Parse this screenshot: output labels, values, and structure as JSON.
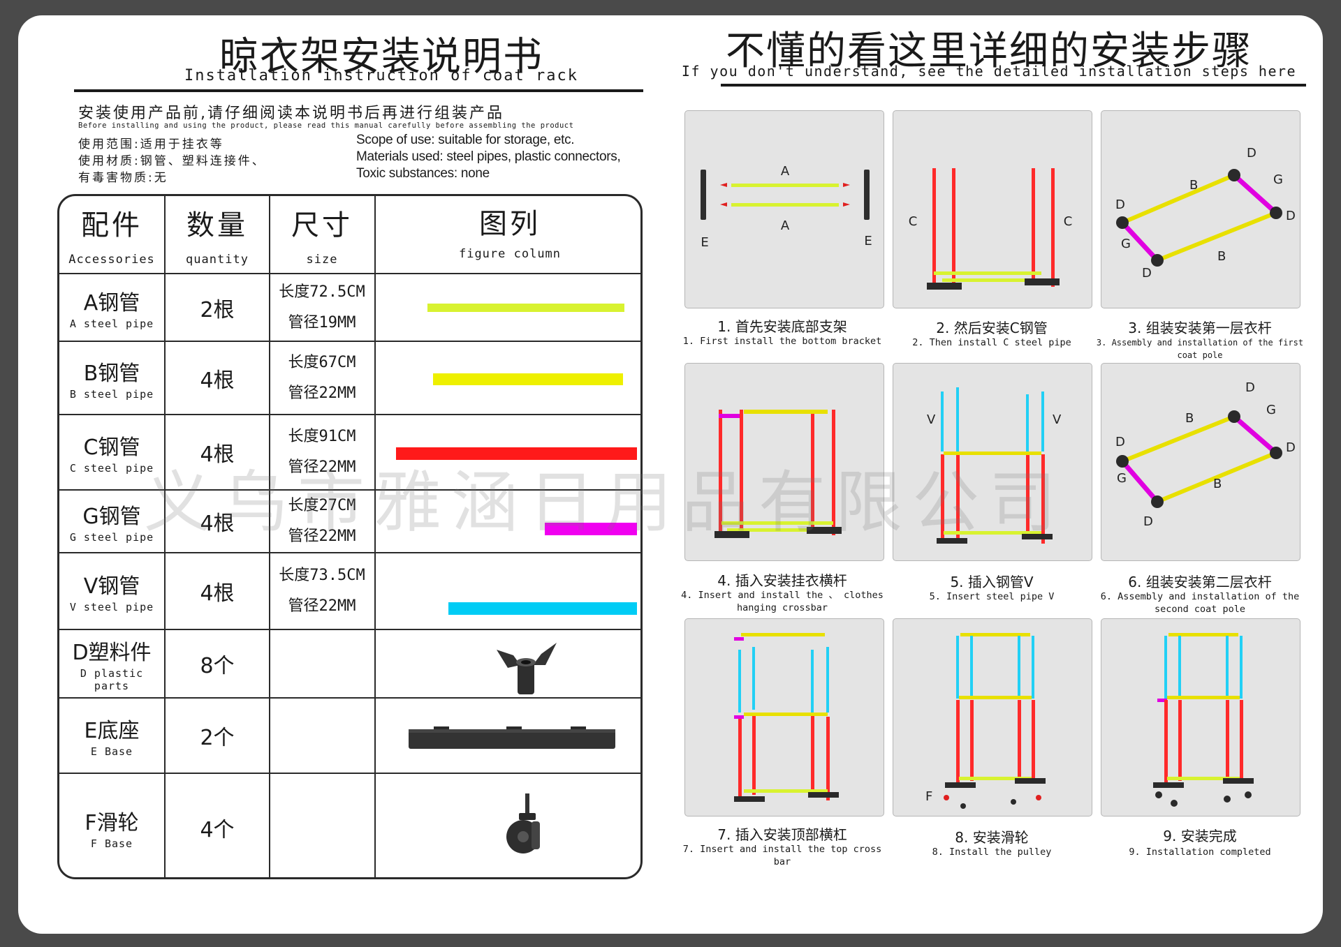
{
  "left_title": {
    "cn": "晾衣架安装说明书",
    "en": "Installation instruction of coat rack"
  },
  "right_title": {
    "cn": "不懂的看这里详细的安装步骤",
    "en": "If you don't understand, see the detailed installation steps here"
  },
  "intro": {
    "line1_cn": "安装使用产品前,请仔细阅读本说明书后再进行组装产品",
    "line1_en": "Before installing and using the product, please read this manual carefully before assembling the product",
    "scope_cn": "使用范围:适用于挂衣等",
    "materials_cn": "使用材质:钢管、塑料连接件、",
    "toxic_cn": "有毒害物质:无",
    "scope_en": "Scope of use: suitable for storage, etc.",
    "materials_en": "Materials used: steel pipes, plastic connectors,",
    "toxic_en": "Toxic substances: none"
  },
  "table_header": {
    "accessories_cn": "配件",
    "accessories_en": "Accessories",
    "quantity_cn": "数量",
    "quantity_en": "quantity",
    "size_cn": "尺寸",
    "size_en": "size",
    "figure_cn": "图列",
    "figure_en": "figure column"
  },
  "parts": [
    {
      "name_cn": "A钢管",
      "name_en": "A steel pipe",
      "qty": "2根",
      "length": "长度72.5CM",
      "diameter": "管径19MM",
      "color": "#d8f230"
    },
    {
      "name_cn": "B钢管",
      "name_en": "B steel pipe",
      "qty": "4根",
      "length": "长度67CM",
      "diameter": "管径22MM",
      "color": "#eef000"
    },
    {
      "name_cn": "C钢管",
      "name_en": "C steel pipe",
      "qty": "4根",
      "length": "长度91CM",
      "diameter": "管径22MM",
      "color": "#ff1a1a"
    },
    {
      "name_cn": "G钢管",
      "name_en": "G steel pipe",
      "qty": "4根",
      "length": "长度27CM",
      "diameter": "管径22MM",
      "color": "#f000f0"
    },
    {
      "name_cn": "V钢管",
      "name_en": "V steel pipe",
      "qty": "4根",
      "length": "长度73.5CM",
      "diameter": "管径22MM",
      "color": "#00ccf5"
    },
    {
      "name_cn": "D塑料件",
      "name_en": "D plastic parts",
      "qty": "8个",
      "icon": "tee-connector-icon"
    },
    {
      "name_cn": "E底座",
      "name_en": "E Base",
      "qty": "2个",
      "icon": "base-icon"
    },
    {
      "name_cn": "F滑轮",
      "name_en": "F Base",
      "qty": "4个",
      "icon": "caster-wheel-icon"
    }
  ],
  "steps": [
    {
      "cn": "1. 首先安装底部支架",
      "en": "1. First install the bottom bracket",
      "labels": [
        "A",
        "A",
        "E",
        "E"
      ]
    },
    {
      "cn": "2. 然后安装C钢管",
      "en": "2.  Then install C steel pipe",
      "labels": [
        "C",
        "C"
      ]
    },
    {
      "cn": "3. 组装安装第一层衣杆",
      "en": "3.  Assembly and installation of the first coat pole",
      "labels": [
        "D",
        "D",
        "D",
        "D",
        "B",
        "B",
        "G",
        "G"
      ]
    },
    {
      "cn": "4. 插入安装挂衣横杆",
      "en": "4.  Insert and install the 、 clothes hanging crossbar"
    },
    {
      "cn": "5. 插入钢管V",
      "en": "5.  Insert steel pipe V",
      "labels": [
        "V",
        "V"
      ]
    },
    {
      "cn": "6. 组装安装第二层衣杆",
      "en": "6.  Assembly and installation of the second coat pole",
      "labels": [
        "D",
        "D",
        "D",
        "D",
        "B",
        "B",
        "G",
        "G"
      ]
    },
    {
      "cn": "7. 插入安装顶部横杠",
      "en": "7.  Insert and install the top cross bar"
    },
    {
      "cn": "8. 安装滑轮",
      "en": "8.  Install the pulley",
      "labels": [
        "F"
      ]
    },
    {
      "cn": "9. 安装完成",
      "en": "9.  Installation completed"
    }
  ],
  "watermark": "义乌市雅涵日用品有限公司",
  "colors": {
    "A": "#d8f230",
    "B": "#eef000",
    "C": "#ff1a1a",
    "G": "#f000f0",
    "V": "#00ccf5",
    "connector": "#2a2a2a",
    "panel": "#e4e4e4"
  }
}
